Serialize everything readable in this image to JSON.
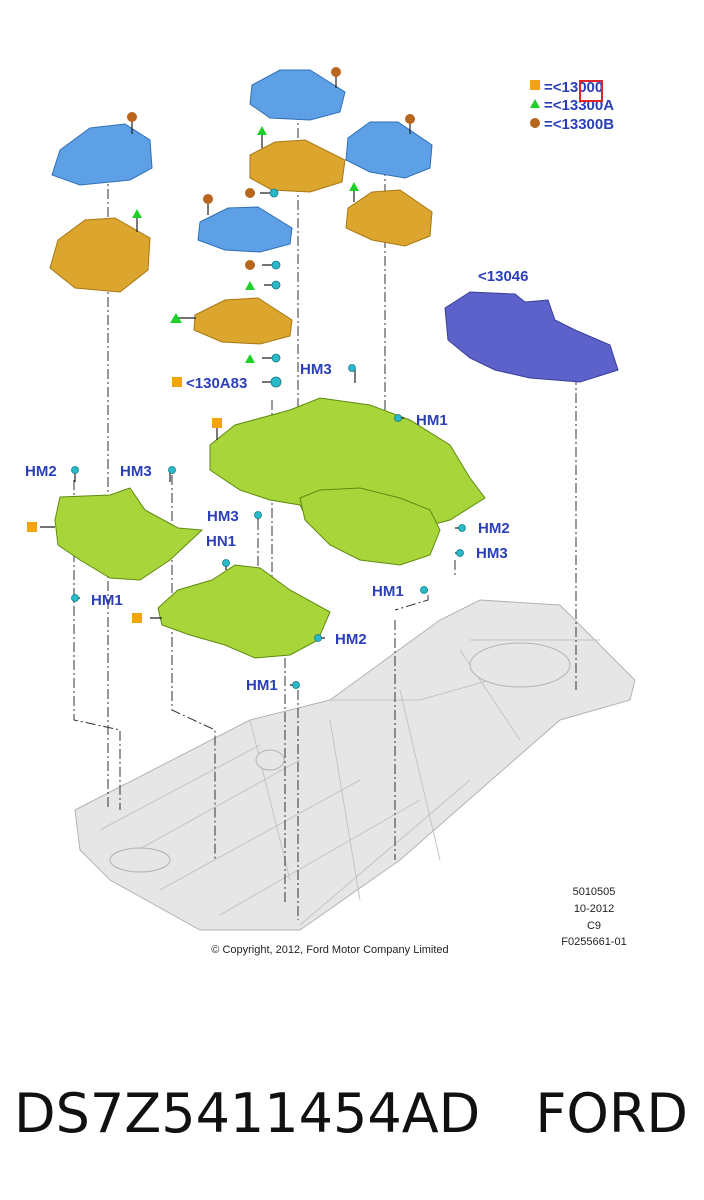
{
  "legend": {
    "square_text": "=<13000",
    "triangle_text": "=<13300A",
    "circle_text": "=<13300B"
  },
  "callouts": {
    "insulator": "<13046",
    "fastener_130a83": "<130A83",
    "hm1": "HM1",
    "hm2": "HM2",
    "hm3": "HM3",
    "hn1": "HN1"
  },
  "meta": {
    "drawing_no": "5010505",
    "date": "10-2012",
    "rev": "C9",
    "figure_id": "F0255661-01",
    "copyright": "© Copyright, 2012, Ford Motor Company Limited"
  },
  "caption": {
    "part_number": "DS7Z5411454AD",
    "brand": "FORD"
  },
  "colors": {
    "label_blue": "#2b3fb8",
    "square_marker": "#f2a30f",
    "triangle_marker": "#1fcf2a",
    "circle_marker": "#b8651e",
    "highlight_box": "#e0242a"
  }
}
